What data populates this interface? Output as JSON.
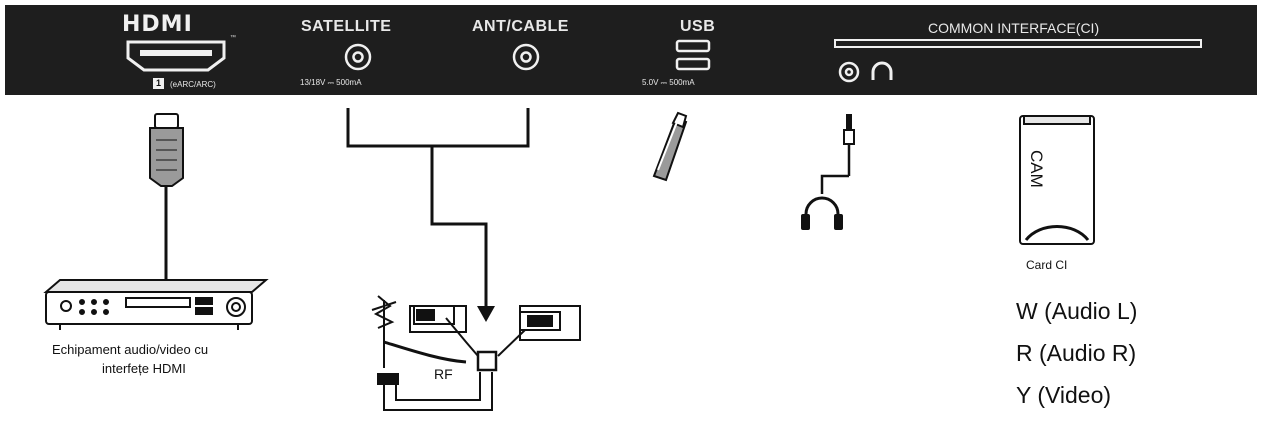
{
  "panel": {
    "hdmi": {
      "logo": "HDMI",
      "tm": "™",
      "port_number": "1",
      "note": "(eARC/ARC)"
    },
    "satellite": {
      "title": "SATELLITE",
      "spec": "13/18V ⎓ 500mA"
    },
    "ant_cable": {
      "title": "ANT/CABLE"
    },
    "usb": {
      "title": "USB",
      "spec": "5.0V ⎓ 500mA"
    },
    "ci": {
      "title": "COMMON INTERFACE(CI)"
    }
  },
  "labels": {
    "hdmi_device_line1": "Echipament audio/video cu",
    "hdmi_device_line2": "interfețe HDMI",
    "rf": "RF",
    "cam": "CAM",
    "card_ci": "Card CI",
    "av_white": "W (Audio L)",
    "av_red": "R (Audio R)",
    "av_yellow": "Y (Video)"
  },
  "colors": {
    "panel": "#1e1e1e",
    "panel_text": "#e8e8e8",
    "line": "#111111"
  }
}
